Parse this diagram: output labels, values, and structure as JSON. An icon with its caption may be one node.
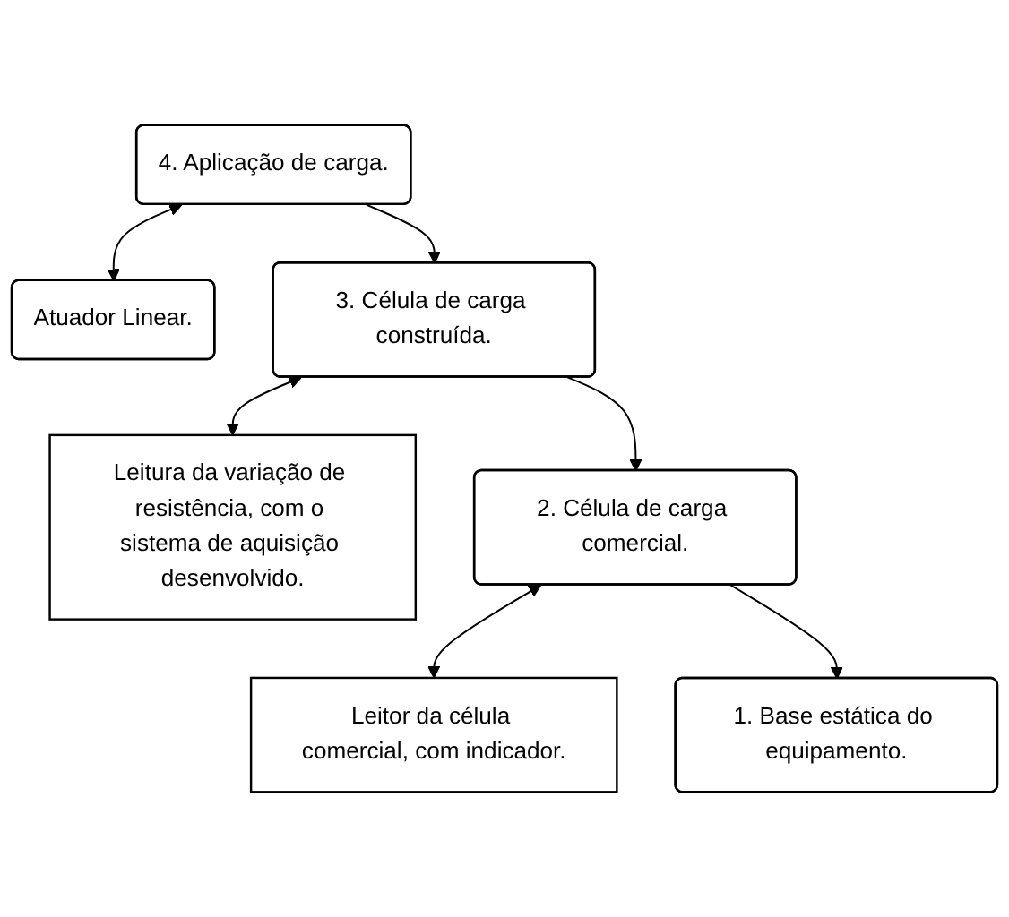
{
  "diagram": {
    "nodes": [
      {
        "text": [
          "4. Aplicação de carga."
        ]
      },
      {
        "text": [
          "Atuador Linear."
        ]
      },
      {
        "text": [
          "3. Célula de carga construída."
        ]
      },
      {
        "text": [
          "Leitura da variação de resistência, com o sistema de aquisição desenvolvido."
        ]
      },
      {
        "text": [
          "2. Célula de carga comercial."
        ]
      },
      {
        "text": [
          "Leitor da célula comercial, com indicador."
        ]
      },
      {
        "text": [
          "1. Base estática do equipamento."
        ]
      }
    ],
    "edges": [
      {
        "from": 0,
        "to": 1,
        "arrow": "both"
      },
      {
        "from": 0,
        "to": 2,
        "arrow": "to"
      },
      {
        "from": 2,
        "to": 3,
        "arrow": "both"
      },
      {
        "from": 2,
        "to": 4,
        "arrow": "to"
      },
      {
        "from": 4,
        "to": 5,
        "arrow": "both"
      },
      {
        "from": 4,
        "to": 6,
        "arrow": "to"
      }
    ]
  }
}
